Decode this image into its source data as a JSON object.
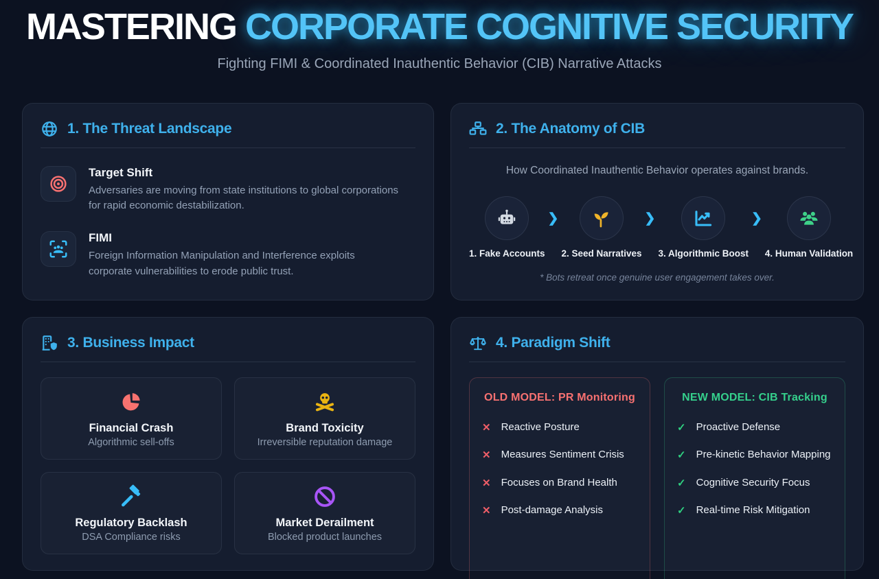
{
  "colors": {
    "page_bg": "#0c1221",
    "card_bg": "#151d2f",
    "accent_blue": "#3fb1ec",
    "title_blue": "#53c4f7",
    "red": "#f87171",
    "yellow": "#eab412",
    "green": "#35d08c",
    "purple": "#a855f7",
    "icon_blue": "#38bdf8"
  },
  "glyphs": {
    "cross": "✕",
    "check": "✓",
    "chevron": "❯"
  },
  "header": {
    "title_white": "MASTERING ",
    "title_accent": "CORPORATE COGNITIVE SECURITY",
    "subtitle": "Fighting FIMI & Coordinated Inauthentic Behavior (CIB) Narrative Attacks"
  },
  "cards": {
    "threat": {
      "title": "1. The Threat Landscape",
      "items": [
        {
          "title": "Target Shift",
          "desc": "Adversaries are moving from state institutions to global corporations for rapid economic destabilization."
        },
        {
          "title": "FIMI",
          "desc": "Foreign Information Manipulation and Interference exploits corporate vulnerabilities to erode public trust."
        }
      ]
    },
    "anatomy": {
      "title": "2. The Anatomy of CIB",
      "subtitle": "How Coordinated Inauthentic Behavior operates against brands.",
      "steps": [
        {
          "label": "1. Fake Accounts",
          "icon": "robot-icon"
        },
        {
          "label": "2. Seed Narratives",
          "icon": "seedling-icon"
        },
        {
          "label": "3. Algorithmic Boost",
          "icon": "chart-line-icon"
        },
        {
          "label": "4. Human Validation",
          "icon": "users-icon"
        }
      ],
      "footnote": "* Bots retreat once genuine user engagement takes over."
    },
    "impact": {
      "title": "3. Business Impact",
      "tiles": [
        {
          "title": "Financial Crash",
          "desc": "Algorithmic sell-offs",
          "icon": "pie-chart-icon"
        },
        {
          "title": "Brand Toxicity",
          "desc": "Irreversible reputation damage",
          "icon": "skull-crossbones-icon"
        },
        {
          "title": "Regulatory Backlash",
          "desc": "DSA Compliance risks",
          "icon": "gavel-icon"
        },
        {
          "title": "Market Derailment",
          "desc": "Blocked product launches",
          "icon": "ban-icon"
        }
      ]
    },
    "paradigm": {
      "title": "4. Paradigm Shift",
      "old": {
        "heading": "OLD MODEL: PR Monitoring",
        "items": [
          "Reactive Posture",
          "Measures Sentiment Crisis",
          "Focuses on Brand Health",
          "Post-damage Analysis"
        ]
      },
      "new": {
        "heading": "NEW MODEL: CIB Tracking",
        "items": [
          "Proactive Defense",
          "Pre-kinetic Behavior Mapping",
          "Cognitive Security Focus",
          "Real-time Risk Mitigation"
        ]
      }
    }
  }
}
